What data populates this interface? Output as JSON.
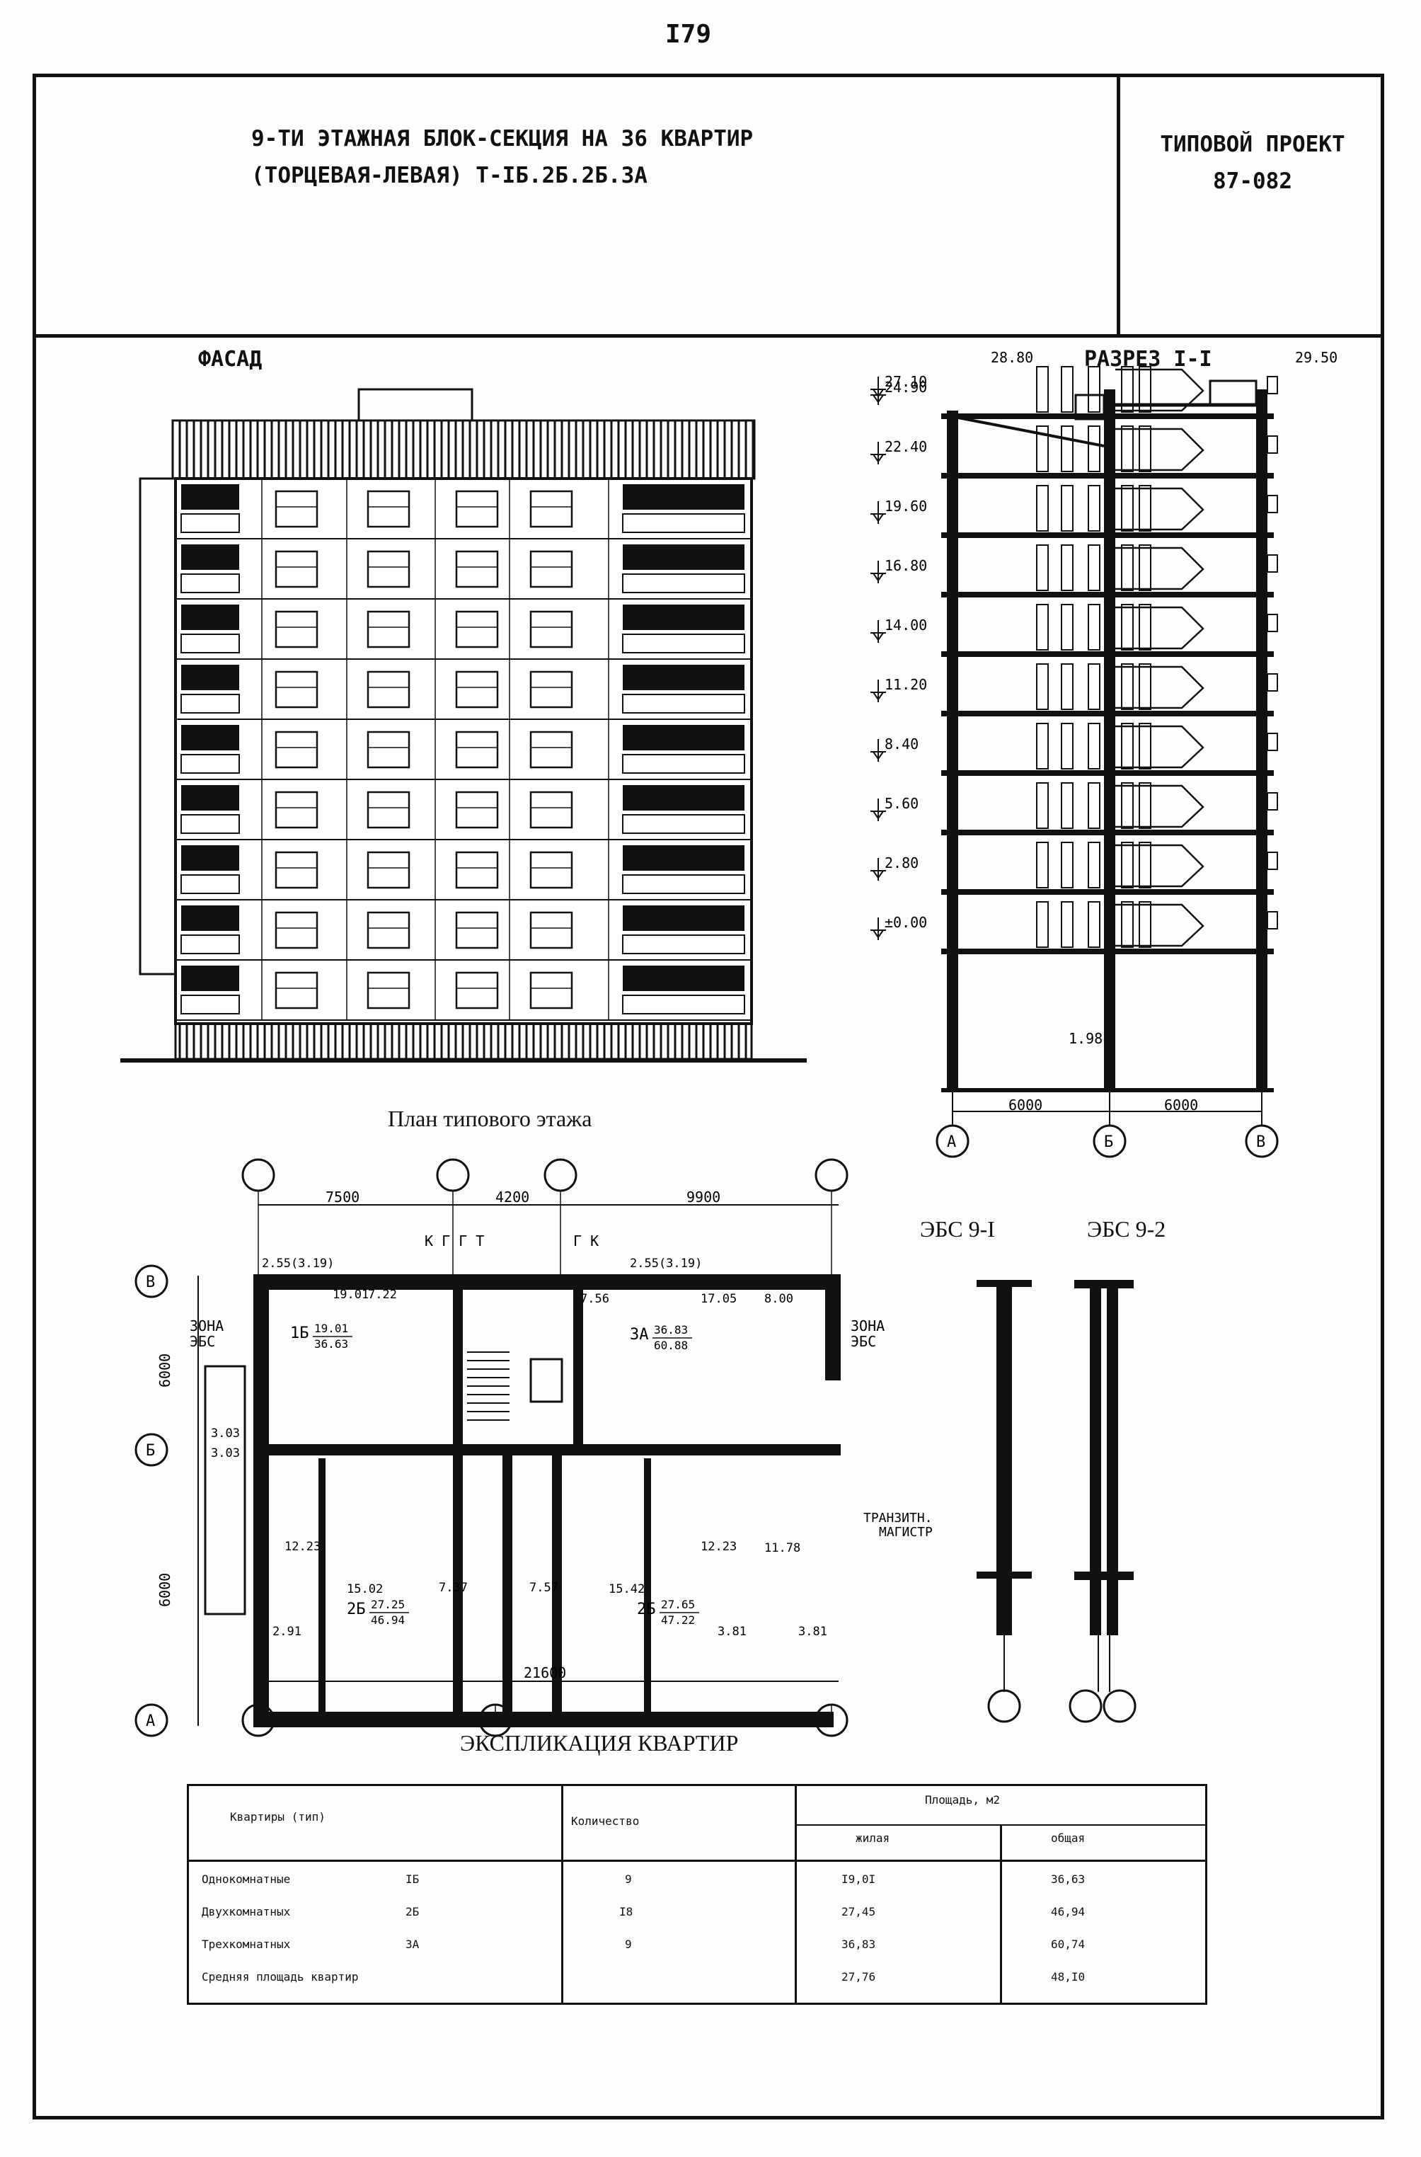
{
  "page_number": "I79",
  "header": {
    "title_line1": "9-ТИ ЭТАЖНАЯ БЛОК-СЕКЦИЯ НА 36 КВАРТИР",
    "title_line2": "(ТОРЦЕВАЯ-ЛЕВАЯ) Т-IБ.2Б.2Б.3А",
    "project_line1": "ТИПОВОЙ ПРОЕКТ",
    "project_line2": "87-082"
  },
  "facade": {
    "label": "ФАСАД"
  },
  "section": {
    "label": "РАЗРЕЗ I-I",
    "levels": [
      "27.10",
      "24.90",
      "22.40",
      "19.60",
      "16.80",
      "14.00",
      "11.20",
      "8.40",
      "5.60",
      "2.80",
      "±0.00"
    ],
    "top_marks": [
      "28.80",
      "29.50"
    ],
    "bottom_mark": "1.98",
    "spans": [
      "6000",
      "6000"
    ],
    "axes": [
      "А",
      "Б",
      "В"
    ]
  },
  "plan": {
    "label": "План типового этажа",
    "top_dims": [
      "7500",
      "4200",
      "9900"
    ],
    "bottom_dim": "21600",
    "side_dims": [
      "6000",
      "6000"
    ],
    "axes": [
      "В",
      "Б",
      "А"
    ],
    "zone_left": [
      "ЗОНА",
      "ЭБС"
    ],
    "zone_right": [
      "ЗОНА",
      "ЭБС"
    ],
    "transit": [
      "ТРАНЗИТН.",
      "МАГИСТР"
    ],
    "duct_labels_left": "К Г  Г Т",
    "duct_labels_right": "Г К",
    "apartments": [
      {
        "type": "1Б",
        "a": "19.01",
        "b": "36.63"
      },
      {
        "type": "3А",
        "a": "36.83",
        "b": "60.88"
      },
      {
        "type": "2Б",
        "a": "27.25",
        "b": "46.94"
      },
      {
        "type": "2Б",
        "a": "27.65",
        "b": "47.22"
      }
    ],
    "room_areas": [
      "2.55(3.19)",
      "2.55(3.19)",
      "19.01",
      "7.22",
      "7.56",
      "17.05",
      "8.00",
      "3.03",
      "3.03",
      "12.23",
      "15.02",
      "7.37",
      "7.57",
      "15.42",
      "12.23",
      "11.78",
      "2.91",
      "3.81",
      "3.81"
    ]
  },
  "ebs": {
    "label1": "ЭБС 9-I",
    "label2": "ЭБС 9-2"
  },
  "explication": {
    "title": "ЭКСПЛИКАЦИЯ КВАРТИР",
    "headers": {
      "type": "Квартиры (тип)",
      "count": "Количество",
      "area": "Площадь, м2",
      "living": "жилая",
      "total": "общая"
    },
    "rows": [
      {
        "name": "Однокомнатные",
        "type": "IБ",
        "count": "9",
        "living": "I9,0I",
        "total": "36,63"
      },
      {
        "name": "Двухкомнатных",
        "type": "2Б",
        "count": "I8",
        "living": "27,45",
        "total": "46,94"
      },
      {
        "name": "Трехкомнатных",
        "type": "3А",
        "count": "9",
        "living": "36,83",
        "total": "60,74"
      },
      {
        "name": "Средняя площадь квартир",
        "type": "",
        "count": "",
        "living": "27,76",
        "total": "48,I0"
      }
    ]
  }
}
